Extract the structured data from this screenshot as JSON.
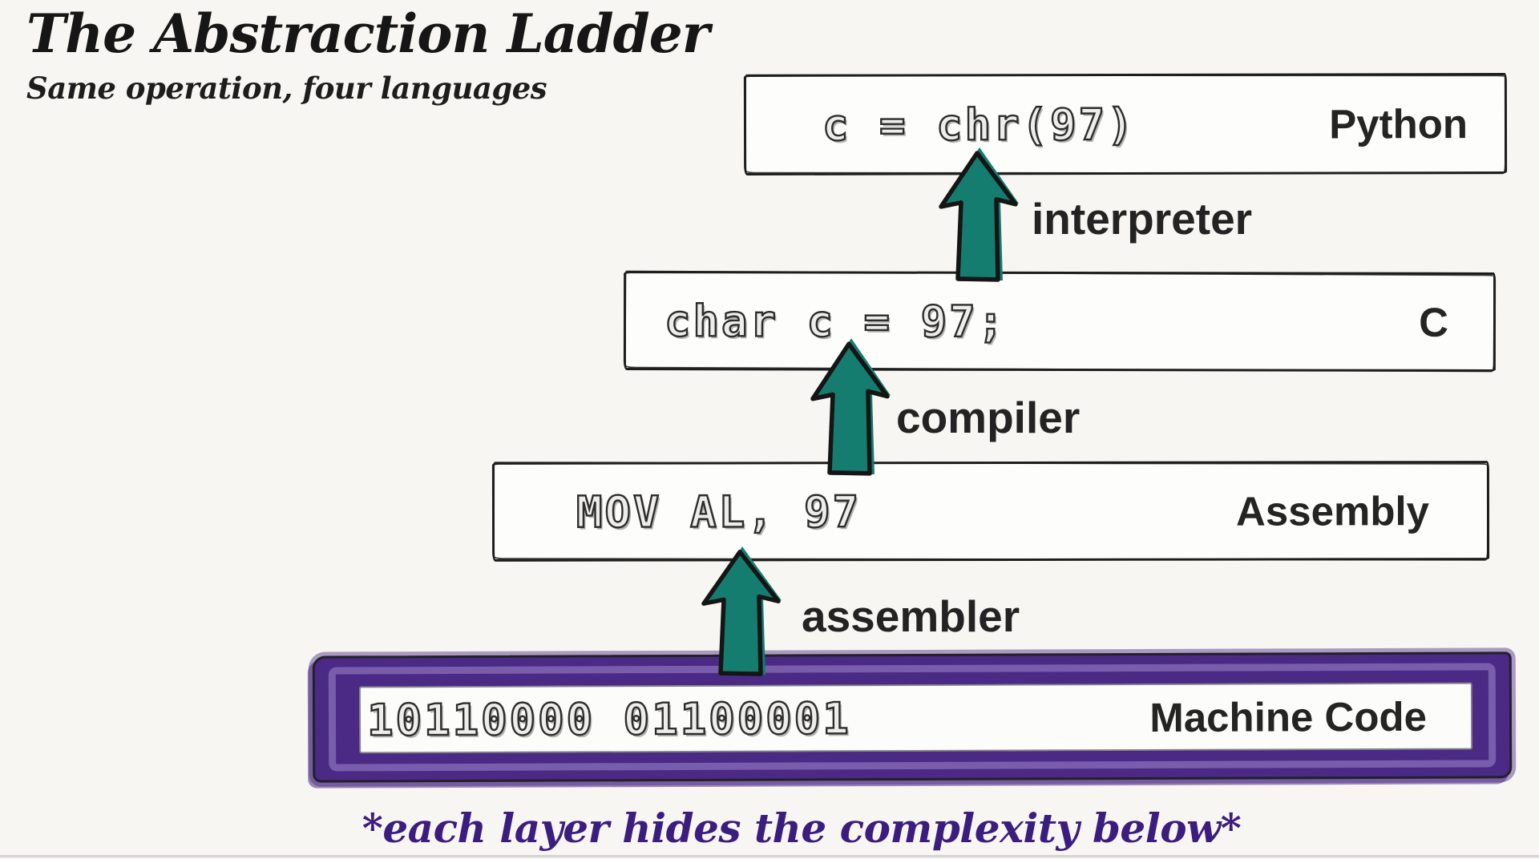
{
  "title": "The Abstraction Ladder",
  "subtitle": "Same operation, four languages",
  "layers": [
    {
      "id": "python",
      "code": "c = chr(97)",
      "language": "Python"
    },
    {
      "id": "c",
      "code": "char c = 97;",
      "language": "C"
    },
    {
      "id": "assembly",
      "code": "MOV AL, 97",
      "language": "Assembly"
    },
    {
      "id": "machine-code",
      "code": "10110000 01100001",
      "language": "Machine Code",
      "highlighted": true
    }
  ],
  "transitions": [
    {
      "from": "machine-code",
      "to": "assembly",
      "label": "assembler"
    },
    {
      "from": "assembly",
      "to": "c",
      "label": "compiler"
    },
    {
      "from": "c",
      "to": "python",
      "label": "interpreter"
    }
  ],
  "caption": "*each layer hides the complexity below*",
  "colors": {
    "arrow": "#147d6f",
    "highlight_border": "#4a2a85",
    "highlight_border_light": "#7c5fae",
    "caption": "#3b1d7f",
    "ink": "#1e1e1e",
    "background": "#f8f6f2",
    "box_fill": "#fdfdfc"
  }
}
